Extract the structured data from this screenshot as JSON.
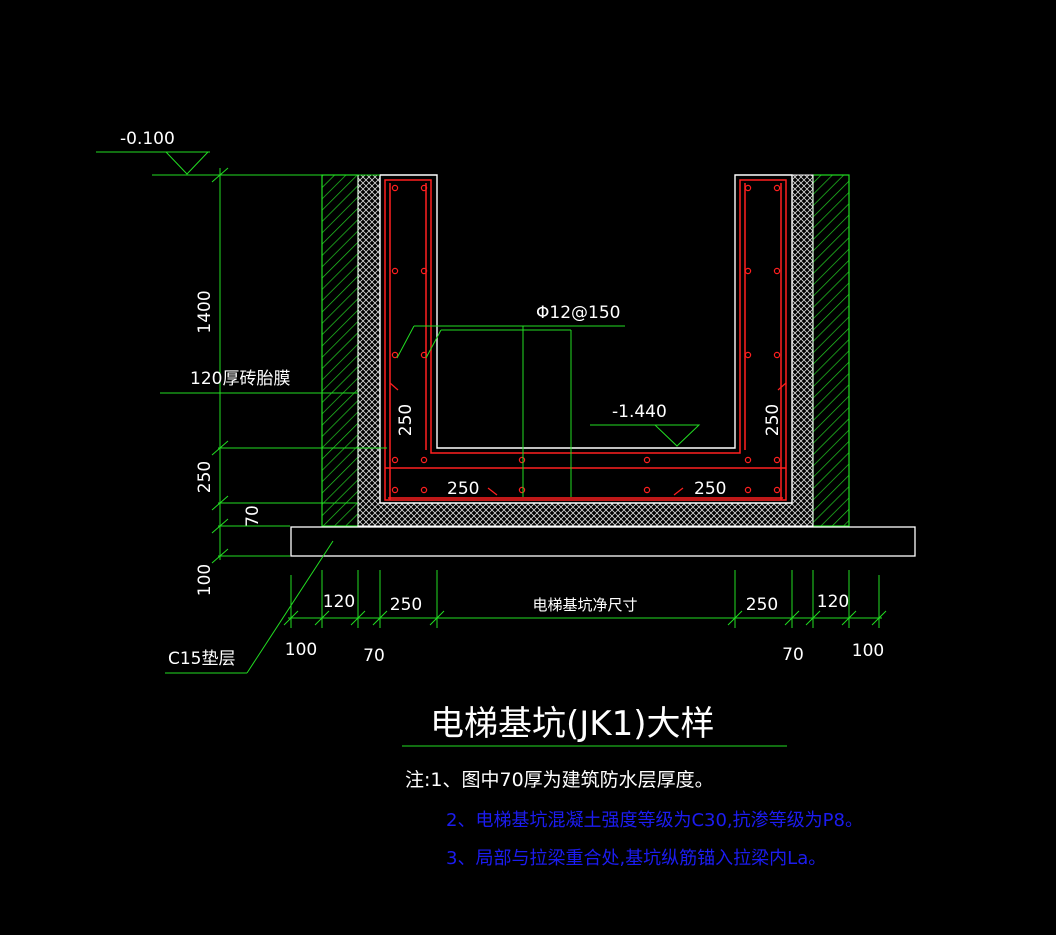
{
  "elevations": {
    "top": "-0.100",
    "pit_floor": "-1.440"
  },
  "dims": {
    "left_vertical": [
      "1400",
      "250",
      "70",
      "100"
    ],
    "wall_250_left": "250",
    "wall_250_right": "250",
    "slab_250_left": "250",
    "slab_250_right": "250",
    "bottom_row1": [
      "120",
      "250",
      "电梯基坑净尺寸",
      "250",
      "120"
    ],
    "bottom_row2": [
      "100",
      "70",
      "70",
      "100"
    ]
  },
  "labels": {
    "brick_mold": "120厚砖胎膜",
    "rebar": "Φ12@150",
    "cushion": "C15垫层"
  },
  "title": "电梯基坑(JK1)大样",
  "notes": [
    "注:1、图中70厚为建筑防水层厚度。",
    "2、电梯基坑混凝土强度等级为C30,抗渗等级为P8。",
    "3、局部与拉梁重合处,基坑纵筋锚入拉梁内La。"
  ],
  "colors": {
    "background": "#000000",
    "green": "#22dd22",
    "red": "#ff2020",
    "white": "#ffffff",
    "blue": "#1c1cf0"
  }
}
